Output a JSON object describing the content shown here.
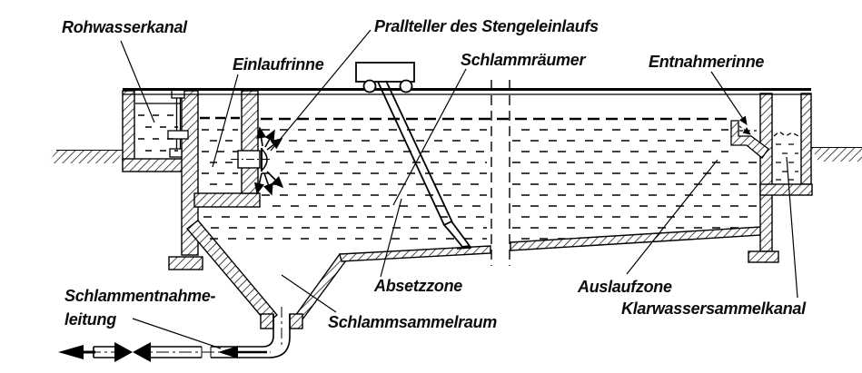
{
  "diagram": {
    "labels": {
      "rohwasserkanal": "Rohwasserkanal",
      "einlaufrinne": "Einlaufrinne",
      "prallteller": "Prallteller des Stengeleinlaufs",
      "schlammraeumer": "Schlammräumer",
      "entnahmerinne": "Entnahmerinne",
      "absetzzone": "Absetzzone",
      "auslaufzone": "Auslaufzone",
      "klarwassersammelkanal": "Klarwassersammelkanal",
      "schlammsammelraum": "Schlammsammelraum",
      "schlammentnahmeleitung_line1": "Schlammentnahme-",
      "schlammentnahmeleitung_line2": "leitung"
    },
    "colors": {
      "ink": "#000000",
      "background": "#ffffff"
    }
  }
}
